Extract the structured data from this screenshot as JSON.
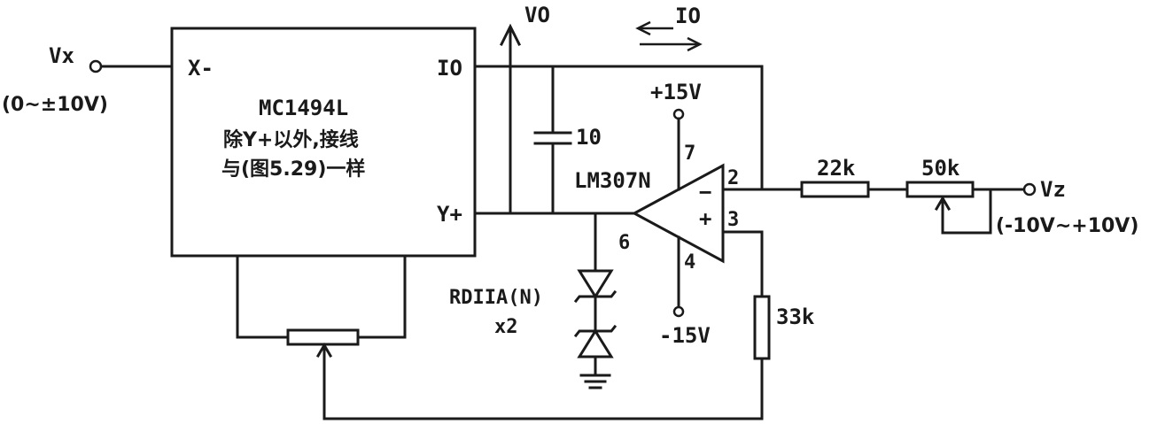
{
  "labels": {
    "vx": "Vx",
    "vx_range": "(0~±10V)",
    "x_minus": "X-",
    "io_pin": "IO",
    "y_plus": "Y+",
    "chip_name": "MC1494L",
    "chip_note1": "除Y+以外,接线",
    "chip_note2": "与(图5.29)一样",
    "vo": "VO",
    "io_current": "IO",
    "cap": "10",
    "vplus": "+15V",
    "vminus": "-15V",
    "opamp": "LM307N",
    "pin7": "7",
    "pin2": "2",
    "pin3": "3",
    "pin4": "4",
    "pin6": "6",
    "minus_sign": "−",
    "plus_sign": "+",
    "zener": "RDIIA(N)",
    "zener_count": "x2",
    "r22": "22k",
    "r50": "50k",
    "r33": "33k",
    "vz": "Vz",
    "vz_range": "(-10V~+10V)"
  }
}
